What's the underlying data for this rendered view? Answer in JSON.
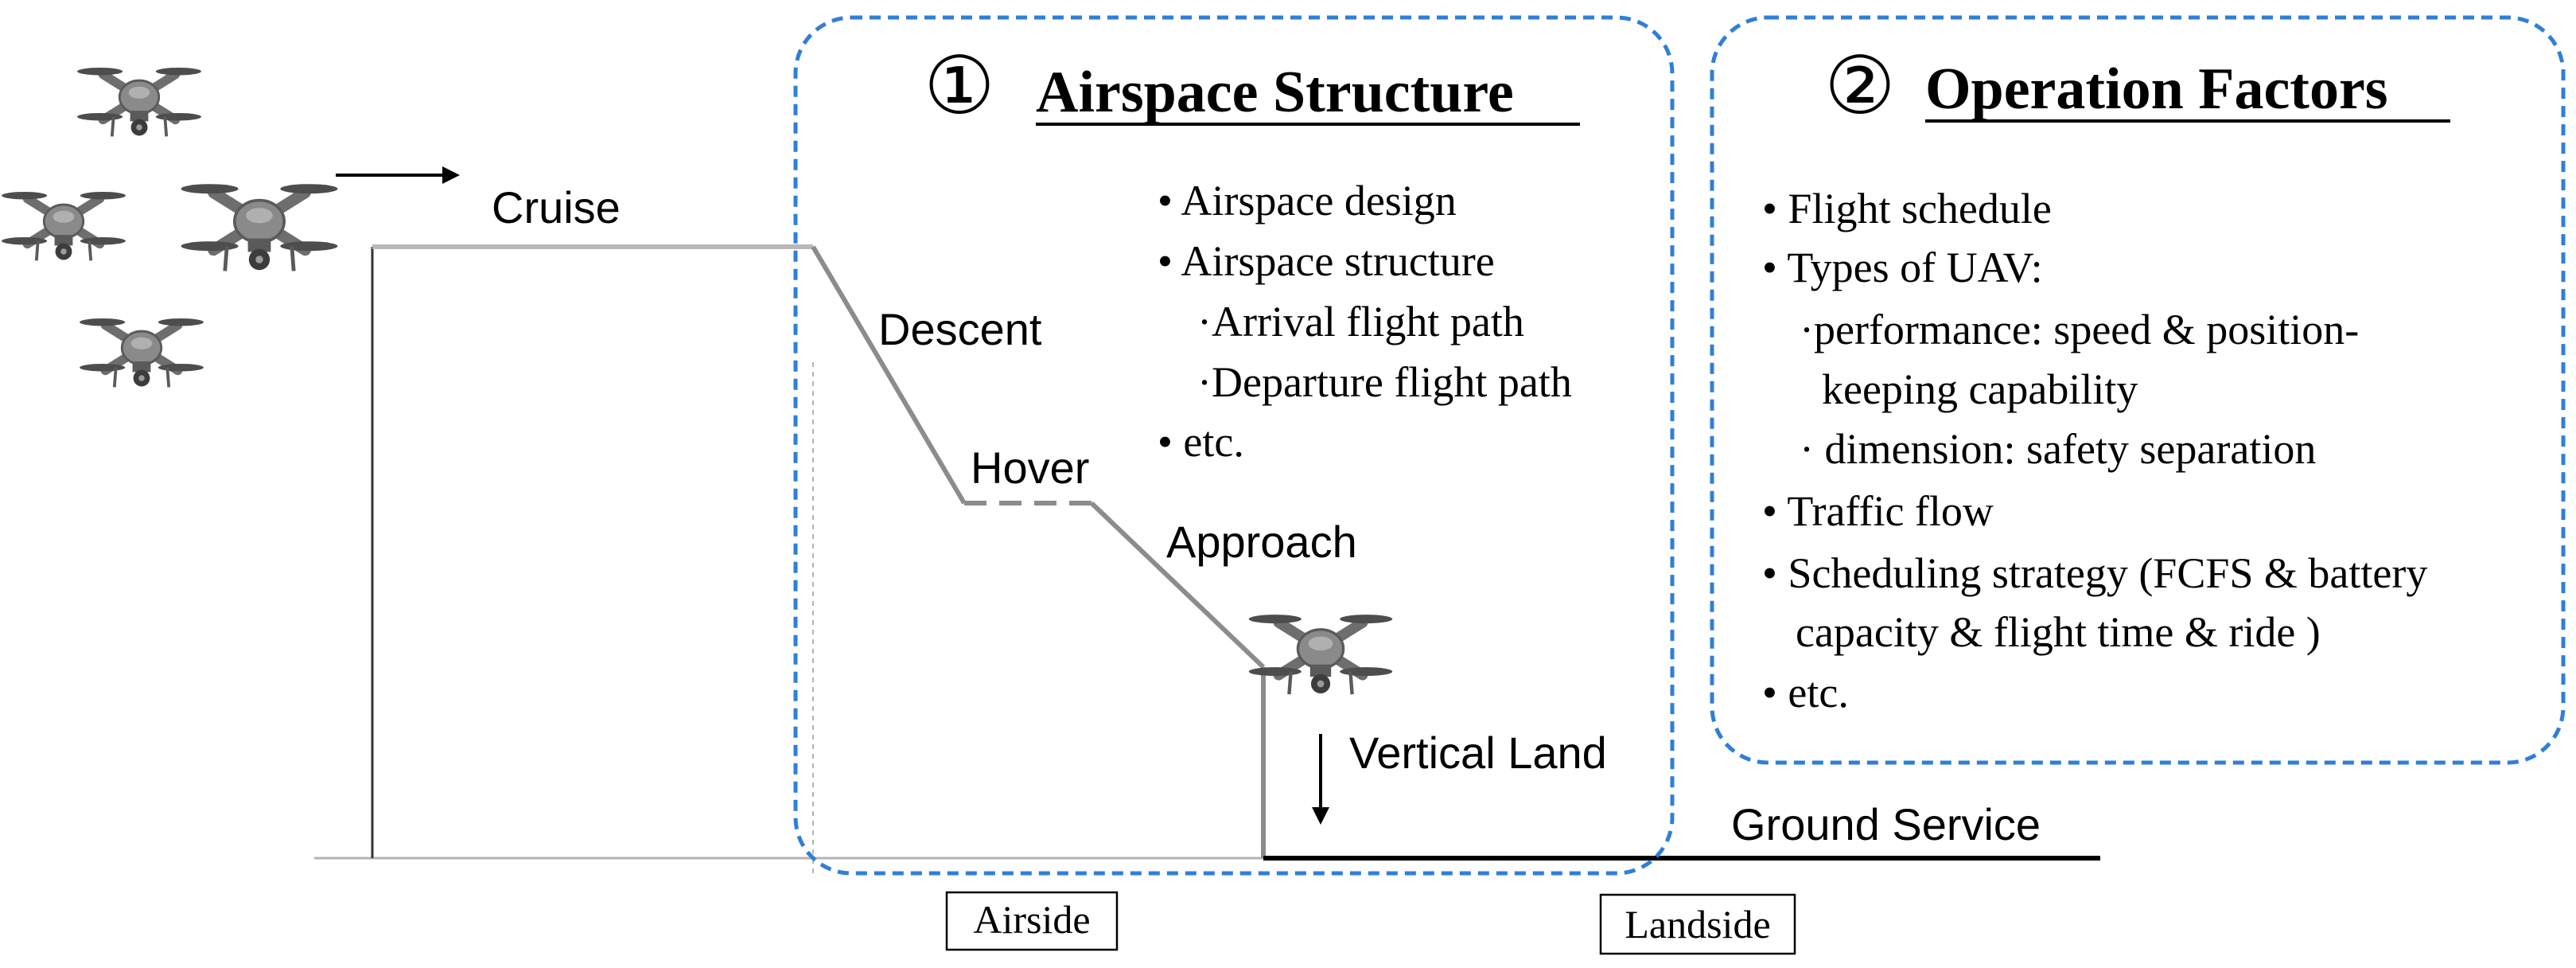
{
  "panel_airspace": {
    "number": "①",
    "title": "Airspace Structure",
    "items": [
      "• Airspace design",
      "• Airspace structure",
      "·Arrival flight path",
      "·Departure flight path",
      "• etc."
    ]
  },
  "panel_operation": {
    "number": "②",
    "title": "Operation Factors",
    "items": [
      "• Flight schedule",
      "•  Types of UAV:",
      "·performance: speed & position-",
      "keeping capability",
      "· dimension:  safety separation",
      "• Traffic flow",
      "• Scheduling strategy (FCFS & battery",
      "capacity & flight time & ride )",
      "• etc."
    ]
  },
  "phases": {
    "cruise": "Cruise",
    "descent": "Descent",
    "hover": "Hover",
    "approach": "Approach",
    "vertical_land": "Vertical Land",
    "ground_service": "Ground Service"
  },
  "zones": {
    "airside": "Airside",
    "landside": "Landside"
  },
  "colors": {
    "panel_border": "#2f7fd6",
    "flight_path": "#8c8c8c",
    "drone_body": "#6e6e6e"
  }
}
